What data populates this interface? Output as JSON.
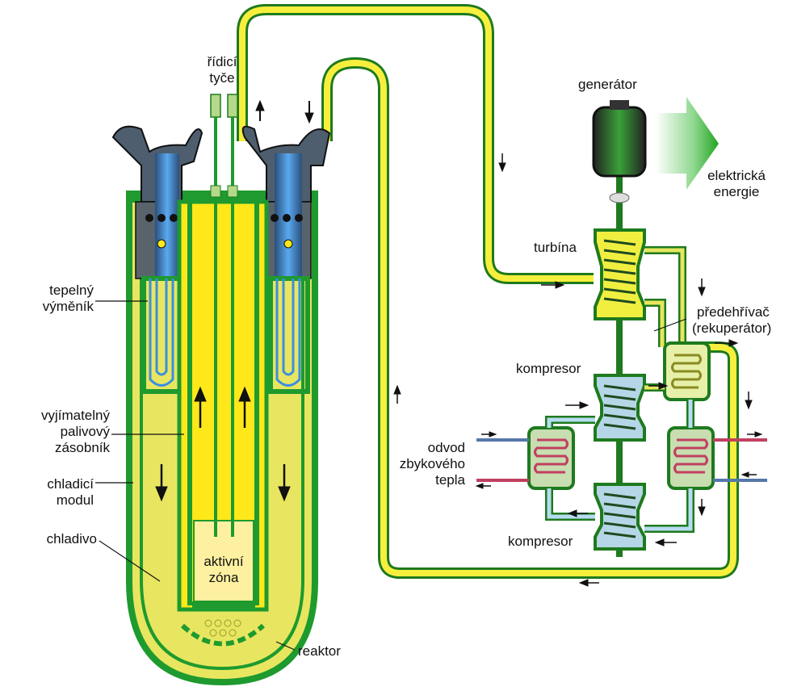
{
  "labels": {
    "ridici": "řídicí",
    "tyce": "tyče",
    "generator": "generátor",
    "elektricka": "elektrická",
    "energie": "energie",
    "turbina": "turbína",
    "predehrivac": "předehřívač",
    "rekuperator": "(rekuperátor)",
    "kompresor_top": "kompresor",
    "kompresor_bottom": "kompresor",
    "odvod": "odvod",
    "zbykoveho": "zbykového",
    "tepla": "tepla",
    "tepelny": "tepelný",
    "vymenik": "výměník",
    "vyjimatelny": "vyjímatelný",
    "palivovy": "palivový",
    "zasobnik": "zásobník",
    "chladici": "chladicí",
    "modul": "modul",
    "chladivo": "chladivo",
    "aktivni": "aktivní",
    "zona": "zóna",
    "reaktor": "reaktor"
  },
  "colors": {
    "vessel_fill": "#e8e660",
    "vessel_wall": "#1e9a2e",
    "fuel_fill": "#ffe81a",
    "hot_pipe": "#f7ef3e",
    "cold_pipe": "#b7dcf0",
    "heat_exchanger": "#3a8fe0",
    "generator": "#2b3b2b",
    "arrow_energy": "#35b335"
  }
}
